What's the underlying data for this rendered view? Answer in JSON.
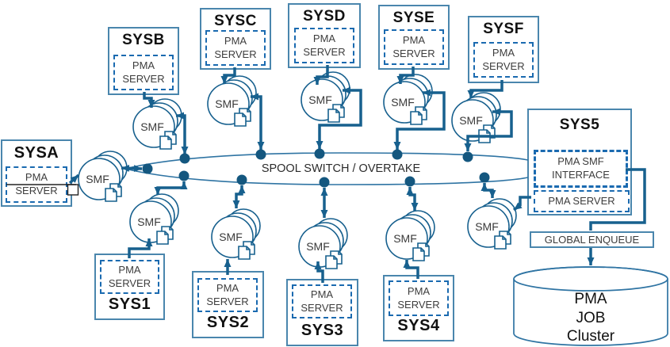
{
  "diagram": {
    "center_label": "SPOOL SWITCH / OVERTAKE",
    "smf_label": "SMF",
    "pma_server": {
      "line1": "PMA",
      "line2": "SERVER"
    },
    "systems": {
      "sysa": {
        "title": "SYSA"
      },
      "sysb": {
        "title": "SYSB"
      },
      "sysc": {
        "title": "SYSC"
      },
      "sysd": {
        "title": "SYSD"
      },
      "syse": {
        "title": "SYSE"
      },
      "sysf": {
        "title": "SYSF"
      },
      "sys1": {
        "title": "SYS1"
      },
      "sys2": {
        "title": "SYS2"
      },
      "sys3": {
        "title": "SYS3"
      },
      "sys4": {
        "title": "SYS4"
      },
      "sys5": {
        "title": "SYS5",
        "interface_line1": "PMA SMF",
        "interface_line2": "INTERFACE",
        "server": "PMA SERVER"
      }
    },
    "global_enqueue_label": "GLOBAL ENQUEUE",
    "cluster": {
      "line1": "PMA",
      "line2": "JOB",
      "line3": "Cluster"
    }
  },
  "colors": {
    "arrow": "#17608e",
    "dashed_border": "#1a6ab0",
    "box_border": "#4a86ad",
    "ellipse_rim": "#2f74a3",
    "text_gray": "#3d3d3d",
    "title_text": "#111111"
  }
}
